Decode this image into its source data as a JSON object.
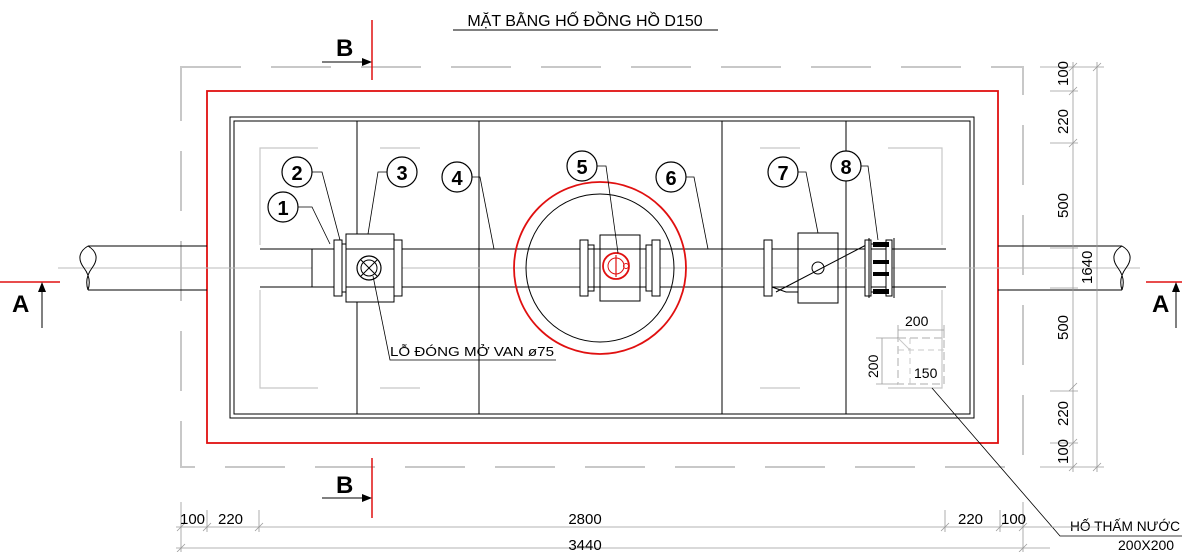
{
  "title": "MẶT BẰNG HỐ ĐỒNG HỒ D150",
  "section_marks": {
    "b_top": "B",
    "b_bottom": "B",
    "a_left": "A",
    "a_right": "A"
  },
  "callouts": [
    "1",
    "2",
    "3",
    "4",
    "5",
    "6",
    "7",
    "8"
  ],
  "valve_note": "LỖ ĐÓNG MỞ VAN ø75",
  "sump": {
    "dim_width": "200",
    "dim_height": "200",
    "dim_depth": "150",
    "label": "HỐ THẤM NƯỚC",
    "size": "200X200"
  },
  "dims_bottom": {
    "left_100": "100",
    "left_220": "220",
    "inner": "2800",
    "right_220": "220",
    "right_100": "100",
    "overall": "3440"
  },
  "dims_right": {
    "top_100": "100",
    "top_220": "220",
    "top_500": "500",
    "overall": "1640",
    "bottom_500": "500",
    "bottom_220": "220",
    "bottom_100": "100"
  },
  "colors": {
    "outline_red": "#e01010",
    "construction_gray": "#c8c8c8",
    "ink": "#000000"
  }
}
